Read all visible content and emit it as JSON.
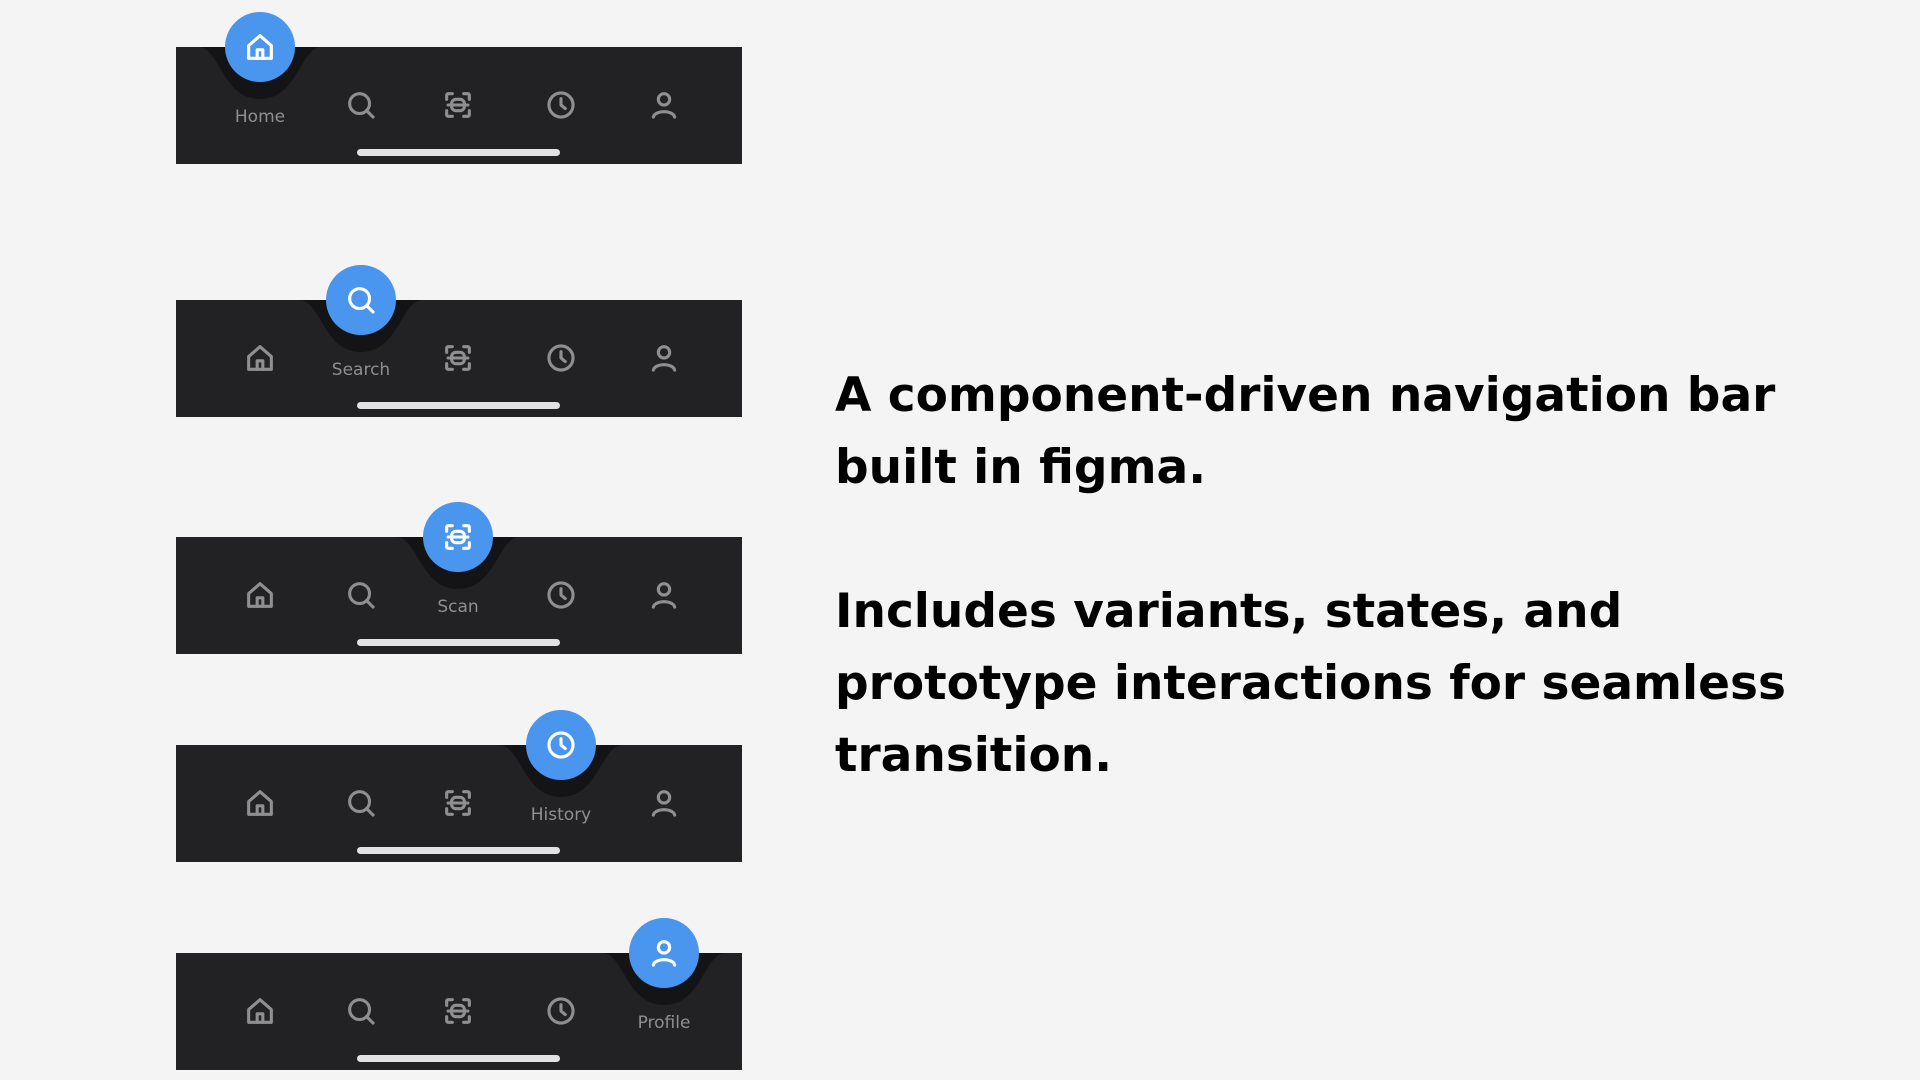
{
  "colors": {
    "background": "#f4f4f4",
    "bar": "#222225",
    "accent": "#4a95ee",
    "icon_inactive": "#8f8f8f",
    "label": "#8f8f8f"
  },
  "icons": [
    "home-icon",
    "search-icon",
    "scan-icon",
    "history-icon",
    "profile-icon"
  ],
  "variants": [
    {
      "active": "home",
      "label": "Home"
    },
    {
      "active": "search",
      "label": "Search"
    },
    {
      "active": "scan",
      "label": "Scan"
    },
    {
      "active": "history",
      "label": "History"
    },
    {
      "active": "profile",
      "label": "Profile"
    }
  ],
  "caption": {
    "line1": "A component-driven navigation bar built in figma.",
    "line2": "Includes variants, states, and prototype interactions for seamless transition."
  }
}
